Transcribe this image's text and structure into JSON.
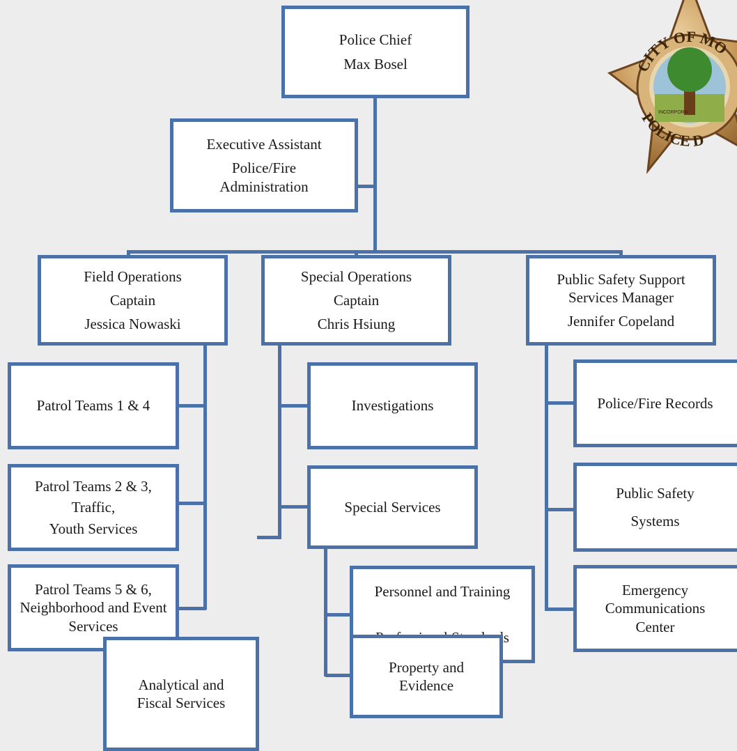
{
  "badge": {
    "seal_text": "CITY OF MO",
    "bottom_text": "POLICE D",
    "banner": "INCORPORA"
  },
  "chief": {
    "title": "Police Chief",
    "name": "Max Bosel"
  },
  "exec_assistant": {
    "title": "Executive Assistant",
    "sub": "Police/Fire Administration"
  },
  "field_ops": {
    "line1": "Field Operations",
    "line2": "Captain",
    "line3": "Jessica Nowaski"
  },
  "special_ops": {
    "line1": "Special Operations",
    "line2": "Captain",
    "line3": "Chris Hsiung"
  },
  "support": {
    "line1": "Public Safety Support Services Manager",
    "line2": "Jennifer Copeland"
  },
  "patrol_14": "Patrol Teams 1 & 4",
  "patrol_23": {
    "line1": "Patrol Teams 2 & 3,",
    "line2": "Traffic,",
    "line3": "Youth Services"
  },
  "patrol_56": {
    "line1": "Patrol Teams 5 & 6,",
    "line2": "Neighborhood and Event Services"
  },
  "investigations": "Investigations",
  "special_services": "Special Services",
  "personnel": {
    "line1": "Personnel and Training",
    "line2": "Professional Standards"
  },
  "property": "Property and Evidence",
  "analytical": "Analytical and Fiscal Services",
  "records": "Police/Fire Records",
  "ps_systems": {
    "line1": "Public Safety",
    "line2": "Systems"
  },
  "ecc": "Emergency Communications Center",
  "colors": {
    "box_border": "#4a72a8",
    "background": "#ededed"
  }
}
